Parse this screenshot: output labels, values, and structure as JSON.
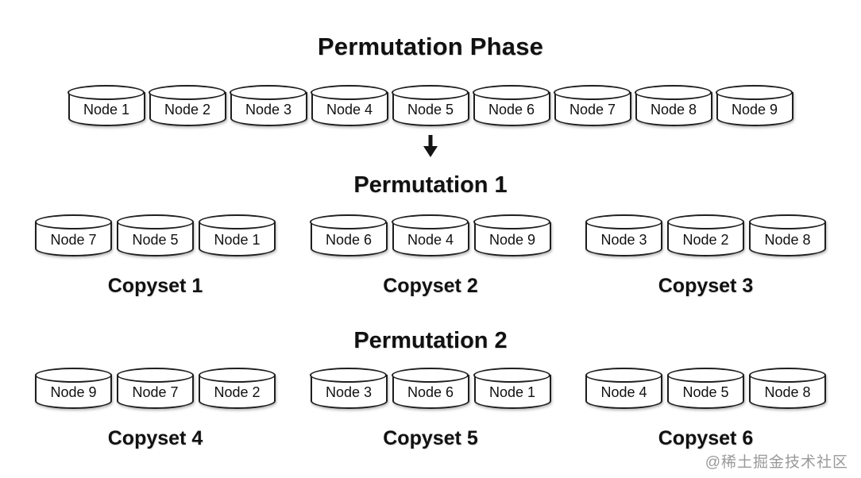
{
  "header": {
    "title": "Permutation Phase"
  },
  "icons": {
    "arrow": "down-arrow"
  },
  "phase_row": {
    "nodes": [
      "Node 1",
      "Node 2",
      "Node 3",
      "Node 4",
      "Node 5",
      "Node 6",
      "Node 7",
      "Node 8",
      "Node 9"
    ]
  },
  "permutation1": {
    "title": "Permutation 1",
    "copysets": [
      {
        "label": "Copyset 1",
        "nodes": [
          "Node 7",
          "Node 5",
          "Node 1"
        ]
      },
      {
        "label": "Copyset 2",
        "nodes": [
          "Node 6",
          "Node 4",
          "Node 9"
        ]
      },
      {
        "label": "Copyset 3",
        "nodes": [
          "Node 3",
          "Node 2",
          "Node 8"
        ]
      }
    ]
  },
  "permutation2": {
    "title": "Permutation 2",
    "copysets": [
      {
        "label": "Copyset 4",
        "nodes": [
          "Node 9",
          "Node 7",
          "Node 2"
        ]
      },
      {
        "label": "Copyset 5",
        "nodes": [
          "Node 3",
          "Node 6",
          "Node 1"
        ]
      },
      {
        "label": "Copyset 6",
        "nodes": [
          "Node 4",
          "Node 5",
          "Node 8"
        ]
      }
    ]
  },
  "watermark": "@稀土掘金技术社区",
  "colors": {
    "stroke": "#1f1f1f",
    "node_fill": "#ffffff",
    "text": "#111111",
    "background": "#ffffff",
    "watermark_gray": "#808080"
  }
}
